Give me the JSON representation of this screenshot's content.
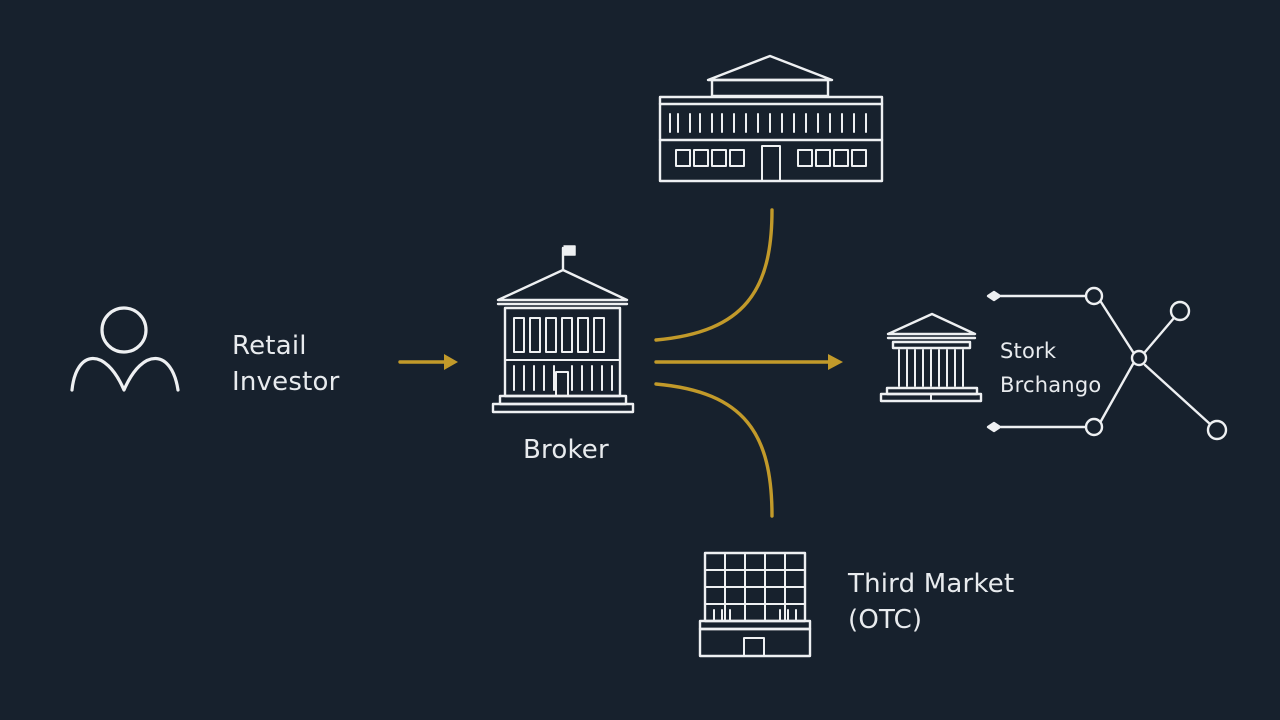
{
  "colors": {
    "background": "#17212d",
    "line": "#eef0f2",
    "arrow": "#c29a2a"
  },
  "nodes": {
    "investor": {
      "icon": "person-icon",
      "line1": "Retail",
      "line2": "Investor"
    },
    "broker": {
      "icon": "bank-building-icon",
      "label": "Broker"
    },
    "exchange_building": {
      "icon": "exchange-hall-icon"
    },
    "stock_exchange": {
      "icon": "columns-building-icon",
      "line1": "Stork",
      "line2": "Brchango"
    },
    "third_market": {
      "icon": "office-tower-icon",
      "line1": "Third Market",
      "line2": "(OTC)"
    }
  },
  "network": {
    "icon": "network-nodes-icon"
  }
}
